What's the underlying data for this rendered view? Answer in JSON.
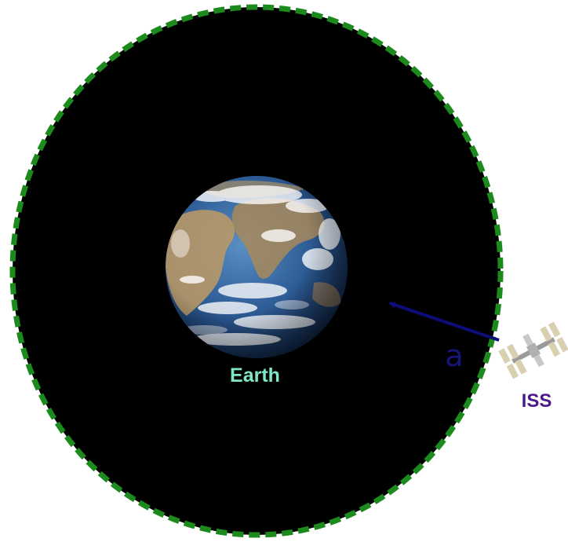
{
  "labels": {
    "earth": "Earth",
    "iss": "ISS",
    "radius": "a"
  },
  "colors": {
    "space": "#000000",
    "orbit": "#1c8a1c",
    "earth_label": "#7fe6c8",
    "iss_label": "#4a1a8c",
    "radius_arrow": "#0d0d7a",
    "radius_label": "#15157a"
  },
  "icons": {
    "earth": "earth-globe-icon",
    "iss": "space-station-icon"
  }
}
